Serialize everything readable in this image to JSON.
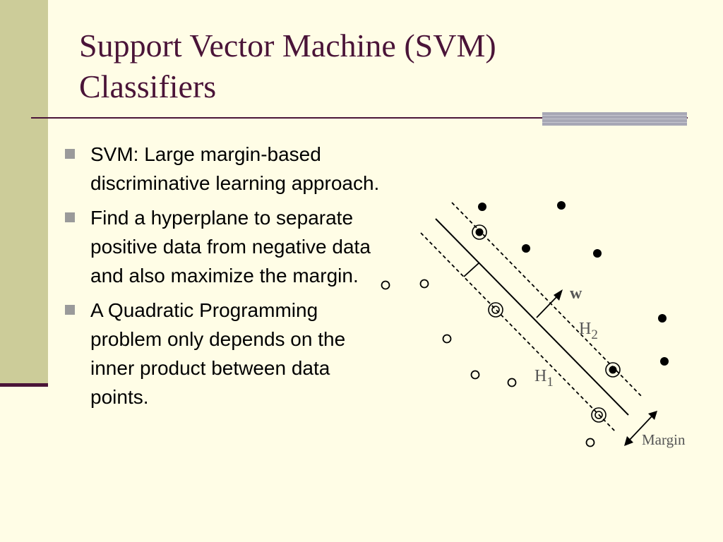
{
  "slide": {
    "title_line1": "Support Vector Machine (SVM)",
    "title_line2": "Classifiers"
  },
  "bullets": [
    {
      "text": "SVM: Large margin-based discriminative learning approach."
    },
    {
      "text": "Find a hyperplane to separate positive data from negative data and also maximize the margin."
    },
    {
      "text": "A Quadratic Programming problem only depends on the inner product between data points."
    }
  ],
  "diagram": {
    "label_w": "w",
    "label_h2_base": "H",
    "label_h2_sub": "2",
    "label_h1_base": "H",
    "label_h1_sub": "1",
    "label_margin": "Margin"
  },
  "colors": {
    "background": "#fffde6",
    "left_bar": "#cccc99",
    "title": "#4a1438",
    "bullet_marker": "#9a9a9a"
  }
}
